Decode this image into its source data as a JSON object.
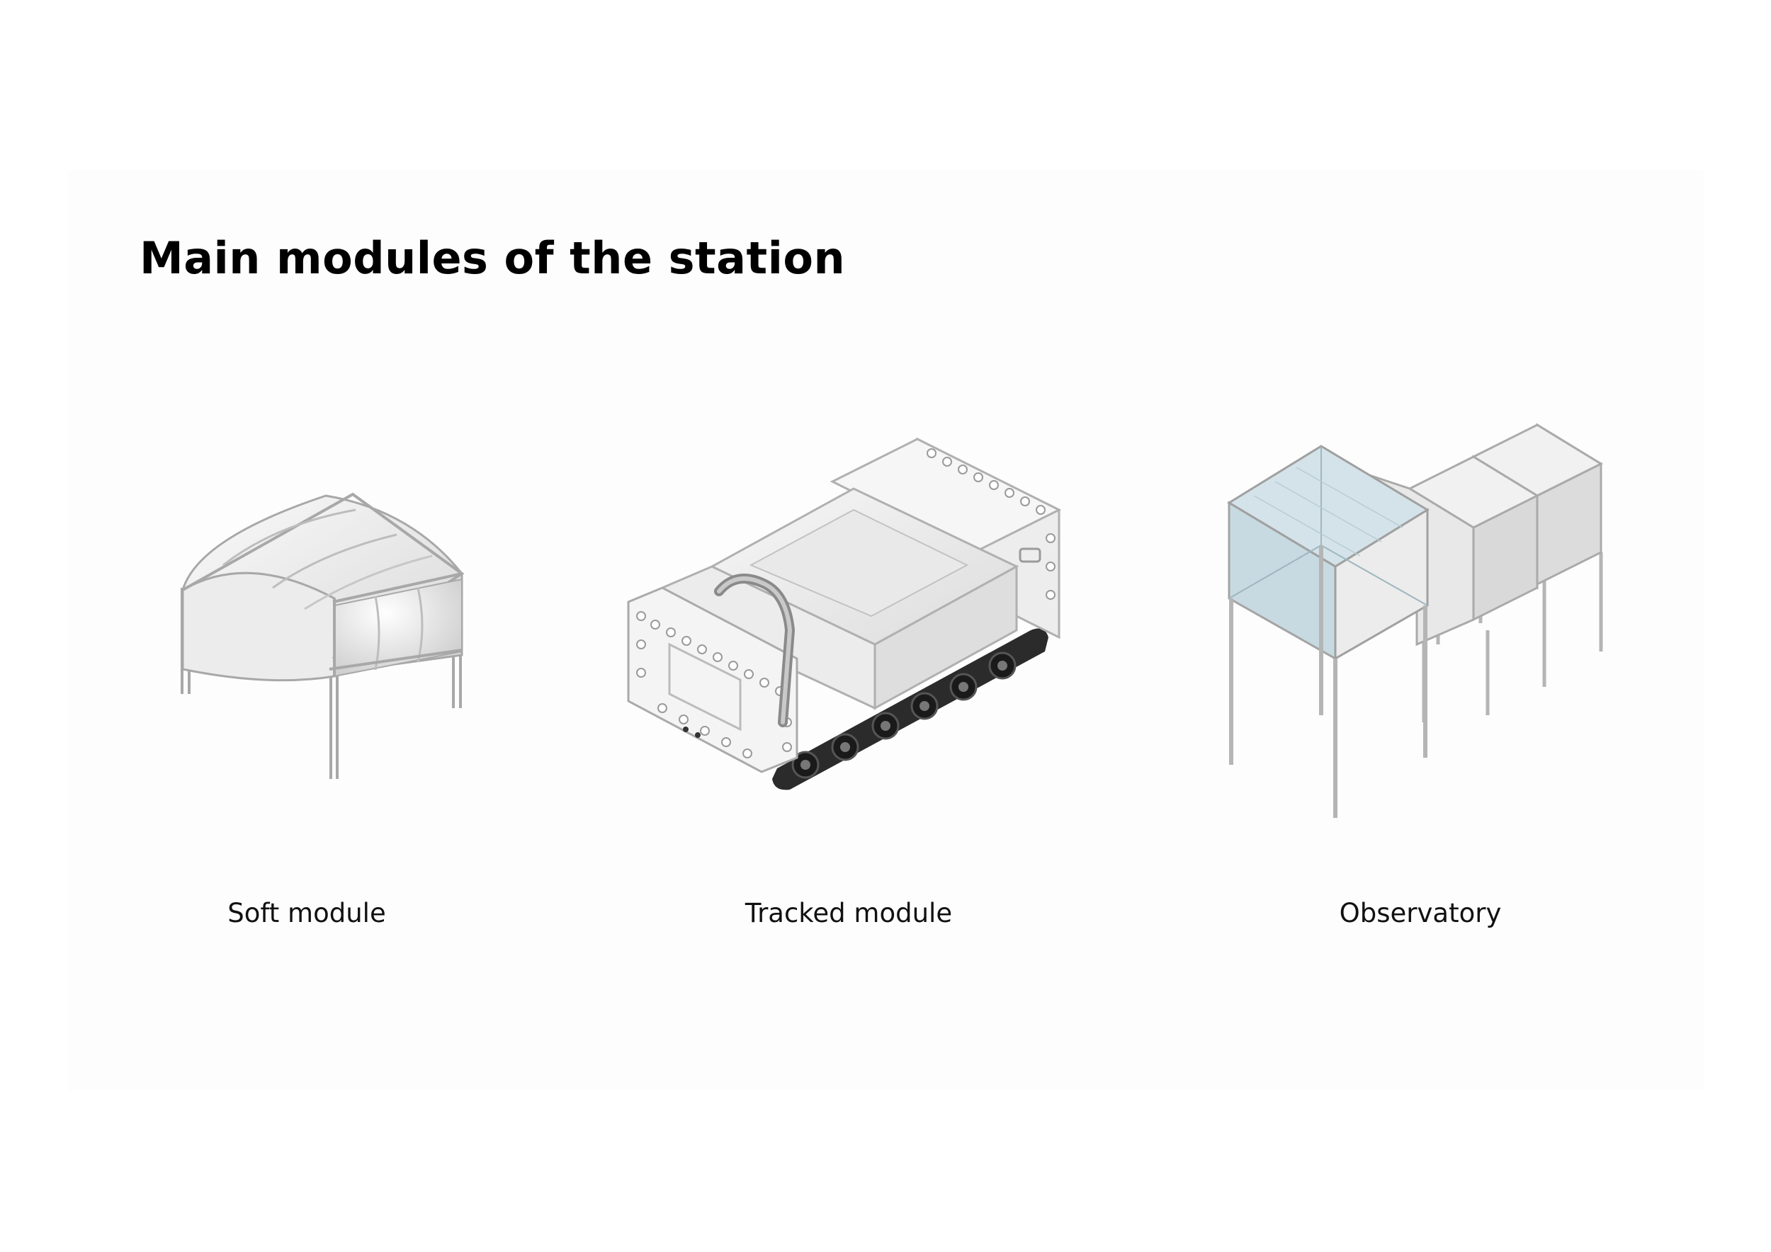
{
  "title": "Main modules of the station",
  "modules": [
    {
      "id": "soft",
      "caption": "Soft module",
      "icon": "soft-module-illustration"
    },
    {
      "id": "tracked",
      "caption": "Tracked module",
      "icon": "tracked-module-illustration"
    },
    {
      "id": "observatory",
      "caption": "Observatory",
      "icon": "observatory-illustration"
    }
  ],
  "colors": {
    "background": "#ffffff",
    "line": "#a8a8a8",
    "panel": "#eeeeee",
    "panel_shadow": "#d9d9d9",
    "glass": "#c6d9e0",
    "track": "#2b2b2b"
  }
}
